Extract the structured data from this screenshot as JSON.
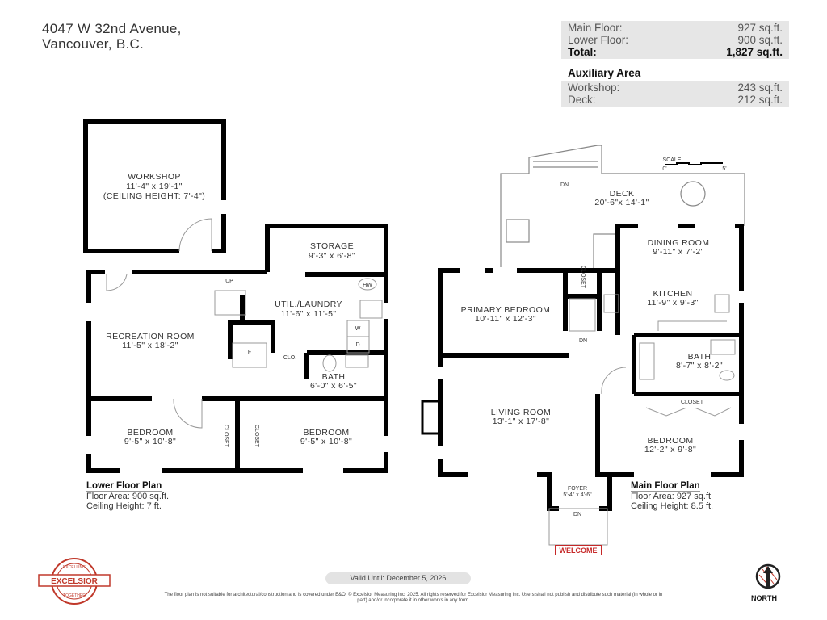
{
  "address": {
    "line1": "4047 W 32nd Avenue,",
    "line2": "Vancouver, B.C."
  },
  "areas": {
    "rows": [
      {
        "label": "Main Floor:",
        "value": "927 sq.ft."
      },
      {
        "label": "Lower Floor:",
        "value": "900 sq.ft."
      }
    ],
    "total": {
      "label": "Total:",
      "value": "1,827 sq.ft."
    },
    "auxiliary_title": "Auxiliary Area",
    "auxiliary": [
      {
        "label": "Workshop:",
        "value": "243 sq.ft."
      },
      {
        "label": "Deck:",
        "value": "212 sq.ft."
      }
    ]
  },
  "lower_rooms": {
    "workshop": {
      "name": "WORKSHOP",
      "dims": "11'-4\" x 19'-1\"",
      "extra": "(CEILING HEIGHT: 7'-4\")"
    },
    "storage": {
      "name": "STORAGE",
      "dims": "9'-3\" x 6'-8\""
    },
    "laundry": {
      "name": "UTIL./LAUNDRY",
      "dims": "11'-6\" x 11'-5\""
    },
    "recreation": {
      "name": "RECREATION ROOM",
      "dims": "11'-5\" x 18'-2\""
    },
    "bath": {
      "name": "BATH",
      "dims": "6'-0\" x 6'-5\""
    },
    "bedroom1": {
      "name": "BEDROOM",
      "dims": "9'-5\" x 10'-8\""
    },
    "bedroom2": {
      "name": "BEDROOM",
      "dims": "9'-5\" x 10'-8\""
    },
    "closet": "CLOSET",
    "clo": "CLO.",
    "up": "UP",
    "hw": "HW",
    "washer": "W",
    "dryer": "D",
    "furnace": "F"
  },
  "main_rooms": {
    "deck": {
      "name": "DECK",
      "dims": "20'-6\"x 14'-1\""
    },
    "dining": {
      "name": "DINING ROOM",
      "dims": "9'-11\" x 7'-2\""
    },
    "kitchen": {
      "name": "KITCHEN",
      "dims": "11'-9\" x 9'-3\""
    },
    "primary": {
      "name": "PRIMARY BEDROOM",
      "dims": "10'-11\" x 12'-3\""
    },
    "bath": {
      "name": "BATH",
      "dims": "8'-7\" x 8'-2\""
    },
    "living": {
      "name": "LIVING ROOM",
      "dims": "13'-1\" x 17'-8\""
    },
    "bedroom": {
      "name": "BEDROOM",
      "dims": "12'-2\" x 9'-8\""
    },
    "foyer": {
      "name": "FOYER",
      "dims": "5'-4\" x 4'-6\""
    },
    "closet": "CLOSET",
    "dn": "DN",
    "scale": {
      "title": "SCALE",
      "min": "0'",
      "max": "5'"
    }
  },
  "lower_plan": {
    "title": "Lower Floor Plan",
    "area": "Floor Area: 900 sq.ft.",
    "ceiling": "Ceiling Height: 7 ft."
  },
  "main_plan": {
    "title": "Main Floor Plan",
    "area": "Floor Area: 927 sq.ft",
    "ceiling": "Ceiling Height: 8.5 ft."
  },
  "welcome": "WELCOME",
  "valid_until": "Valid Until: December 5, 2026",
  "disclaimer": "The floor plan is not suitable for architectural/construction and is covered under E&O. © Excelsior Measuring Inc. 2025. All rights reserved for Excelsior Measuring Inc. Users shall not publish and distribute such material (in whole or in part) and/or incorporate it in other works in any form.",
  "logo": {
    "text": "EXCELSIOR",
    "top": "EXCELLING",
    "bottom": "TOGETHER",
    "color": "#c0392b"
  },
  "north": "NORTH"
}
